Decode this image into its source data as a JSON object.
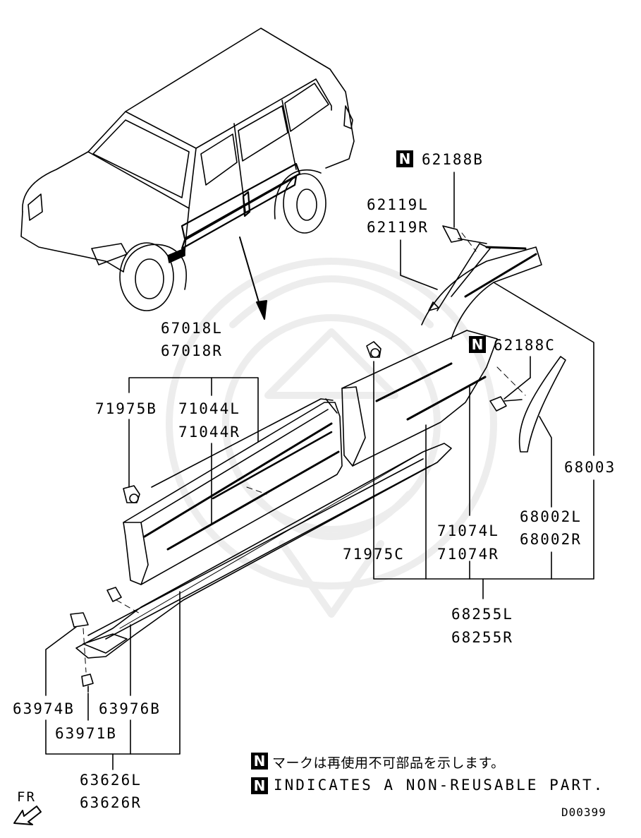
{
  "parts": {
    "p62188B": "62188B",
    "p62119L": "62119L",
    "p62119R": "62119R",
    "p62188C": "62188C",
    "p67018L": "67018L",
    "p67018R": "67018R",
    "p71975B": "71975B",
    "p71044L": "71044L",
    "p71044R": "71044R",
    "p68003": "68003",
    "p68002L": "68002L",
    "p68002R": "68002R",
    "p71074L": "71074L",
    "p71074R": "71074R",
    "p71975C": "71975C",
    "p68255L": "68255L",
    "p68255R": "68255R",
    "p63974B": "63974B",
    "p63976B": "63976B",
    "p63971B": "63971B",
    "p63626L": "63626L",
    "p63626R": "63626R"
  },
  "non_reusable_mark": "N",
  "legend": {
    "japanese": "マークは再使用不可部品を示します。",
    "english": "INDICATES A NON-REUSABLE PART."
  },
  "front_indicator": "FR",
  "diagram_code": "D00399"
}
